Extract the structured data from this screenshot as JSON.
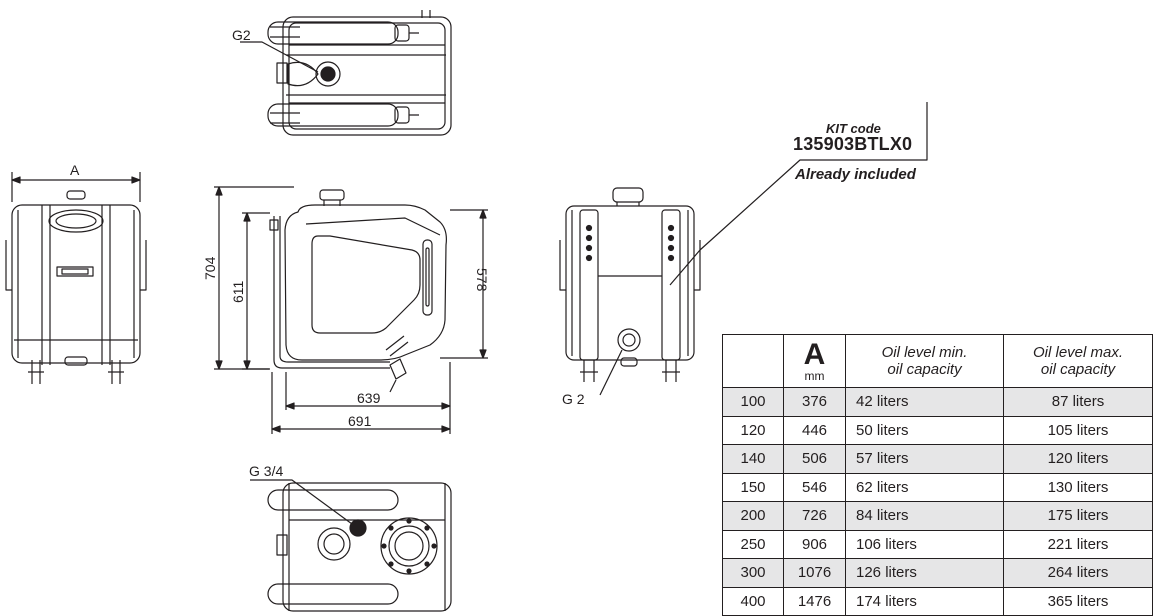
{
  "labels": {
    "g2_top": "G2",
    "a_dimension": "A",
    "dim_704": "704",
    "dim_611": "611",
    "dim_578": "578",
    "dim_639": "639",
    "dim_691": "691",
    "g2_rear": "G 2",
    "g34_bottom": "G 3/4"
  },
  "kit": {
    "code_label": "KIT code",
    "code": "135903BTLX0",
    "note": "Already included"
  },
  "table": {
    "header": {
      "a_symbol": "A",
      "a_unit": "mm",
      "min_line1": "Oil level min.",
      "min_line2": "oil capacity",
      "max_line1": "Oil level max.",
      "max_line2": "oil capacity"
    },
    "rows": [
      {
        "model": "100",
        "a": "376",
        "min": "42 liters",
        "max": "87 liters"
      },
      {
        "model": "120",
        "a": "446",
        "min": "50 liters",
        "max": "105 liters"
      },
      {
        "model": "140",
        "a": "506",
        "min": "57 liters",
        "max": "120 liters"
      },
      {
        "model": "150",
        "a": "546",
        "min": "62 liters",
        "max": "130 liters"
      },
      {
        "model": "200",
        "a": "726",
        "min": "84 liters",
        "max": "175 liters"
      },
      {
        "model": "250",
        "a": "906",
        "min": "106 liters",
        "max": "221 liters"
      },
      {
        "model": "300",
        "a": "1076",
        "min": "126 liters",
        "max": "264 liters"
      },
      {
        "model": "400",
        "a": "1476",
        "min": "174 liters",
        "max": "365 liters"
      }
    ]
  }
}
